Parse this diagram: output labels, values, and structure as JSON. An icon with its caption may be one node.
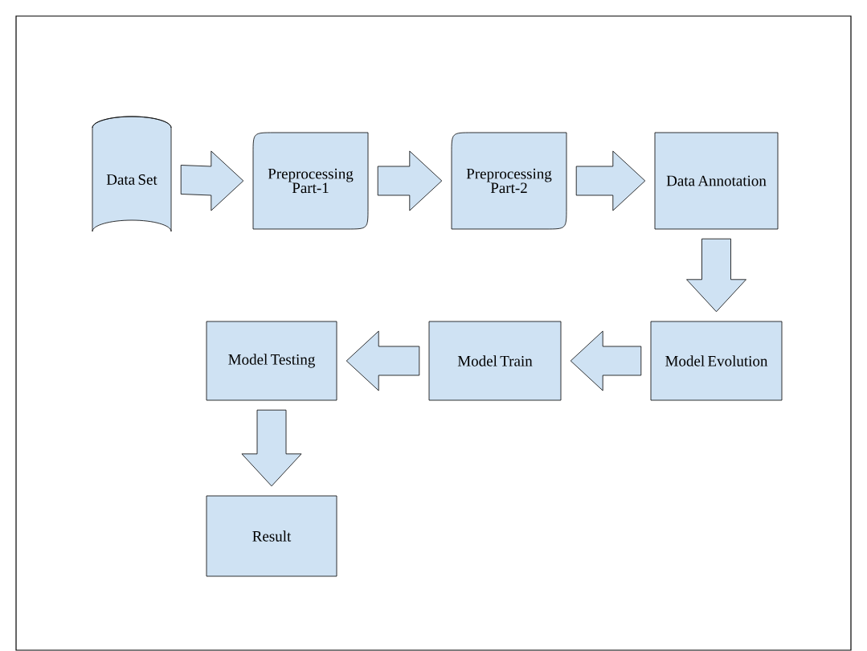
{
  "diagram": {
    "nodes": [
      {
        "text": [
          "Data Set"
        ]
      },
      {
        "text": [
          "Preprocessing Part-1"
        ]
      },
      {
        "text": [
          "Preprocessing Part-2"
        ]
      },
      {
        "text": [
          "Data Annotation"
        ]
      },
      {
        "text": [
          "Model Evolution"
        ]
      },
      {
        "text": [
          "Model Train"
        ]
      },
      {
        "text": [
          "Model Testing"
        ]
      },
      {
        "text": [
          "Result"
        ]
      }
    ],
    "edges": [
      {
        "from": 0,
        "to": 1,
        "arrow": "to"
      },
      {
        "from": 1,
        "to": 2,
        "arrow": "to"
      },
      {
        "from": 2,
        "to": 3,
        "arrow": "to"
      },
      {
        "from": 3,
        "to": 4,
        "arrow": "to"
      },
      {
        "from": 4,
        "to": 5,
        "arrow": "to"
      },
      {
        "from": 5,
        "to": 6,
        "arrow": "to"
      },
      {
        "from": 6,
        "to": 7,
        "arrow": "to"
      }
    ]
  }
}
